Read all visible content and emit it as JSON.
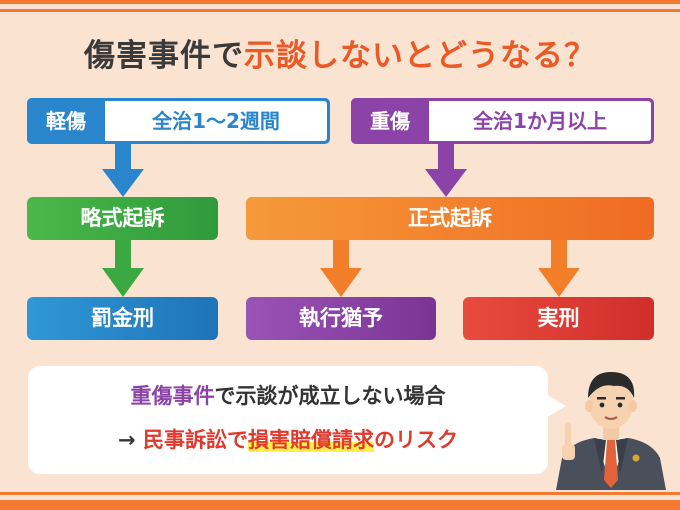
{
  "title": {
    "part1": "傷害事件で",
    "part2": "示談しないとどうなる？"
  },
  "light": {
    "tag": "軽傷",
    "duration": "全治1〜2週間"
  },
  "serious": {
    "tag": "重傷",
    "duration": "全治1か月以上"
  },
  "outcomes": {
    "summary_prosecution": "略式起訴",
    "formal_prosecution": "正式起訴",
    "fine": "罰金刑",
    "suspended": "執行猶予",
    "prison": "実刑"
  },
  "note": {
    "line1_highlight": "重傷事件",
    "line1_rest": "で示談が成立しない場合",
    "line2_arrow": "→ ",
    "line2_red": "民事訴訟で",
    "line2_marked": "損害賠償請求",
    "line2_tail": "のリスク"
  },
  "colors": {
    "band": "#f47a34",
    "background": "#fbe3d2",
    "blue": "#2a86cc",
    "purple": "#8c43a8",
    "green": "#3aa942",
    "orange": "#f27e2a",
    "red": "#e03a2e",
    "highlight": "#fff04a"
  },
  "illustration": "businessman-pointing-up"
}
